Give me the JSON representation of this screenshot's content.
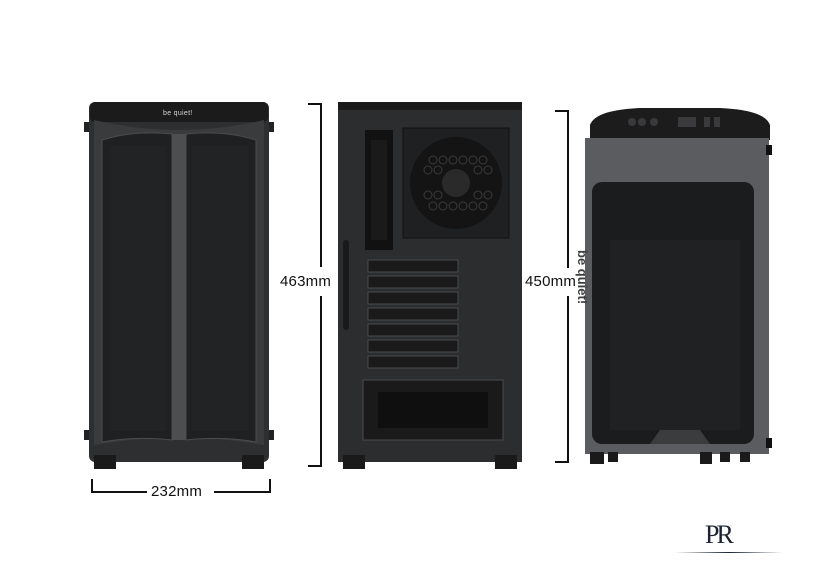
{
  "dimensions": {
    "width_label": "232mm",
    "height_front_label": "463mm",
    "height_side_label": "450mm"
  },
  "branding": {
    "front_logo": "be quiet!",
    "side_logo": "be quiet!",
    "watermark": "PR"
  },
  "colors": {
    "case_body": "#2b2b2d",
    "case_dark": "#151516",
    "glass": "#1e1f21",
    "accent_gray": "#6d6e70"
  }
}
